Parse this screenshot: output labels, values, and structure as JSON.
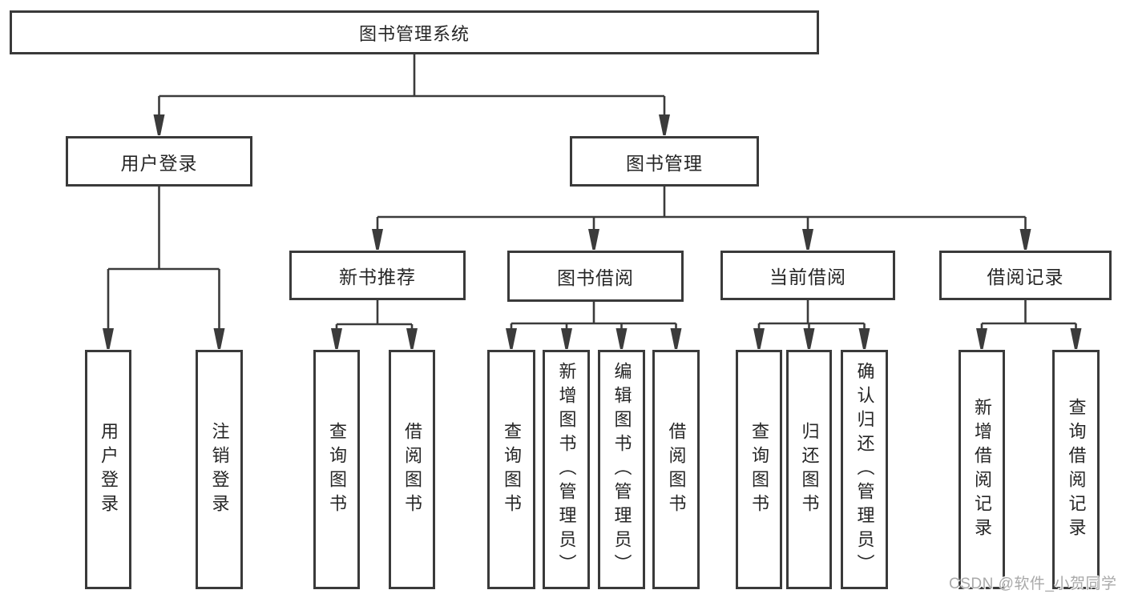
{
  "diagram": {
    "root_label": "图书管理系统",
    "login_branch": {
      "label": "用户登录",
      "children": [
        "用户登录",
        "注销登录"
      ]
    },
    "mgmt_branch": {
      "label": "图书管理",
      "groups": [
        {
          "label": "新书推荐",
          "children": [
            "查询图书",
            "借阅图书"
          ]
        },
        {
          "label": "图书借阅",
          "children": [
            "查询图书",
            "新增图书（管理员）",
            "编辑图书（管理员）",
            "借阅图书"
          ]
        },
        {
          "label": "当前借阅",
          "children": [
            "查询图书",
            "归还图书",
            "确认归还（管理员）"
          ]
        },
        {
          "label": "借阅记录",
          "children": [
            "新增借阅记录",
            "查询借阅记录"
          ]
        }
      ]
    }
  },
  "watermark": "CSDN @软件_小贺同学"
}
